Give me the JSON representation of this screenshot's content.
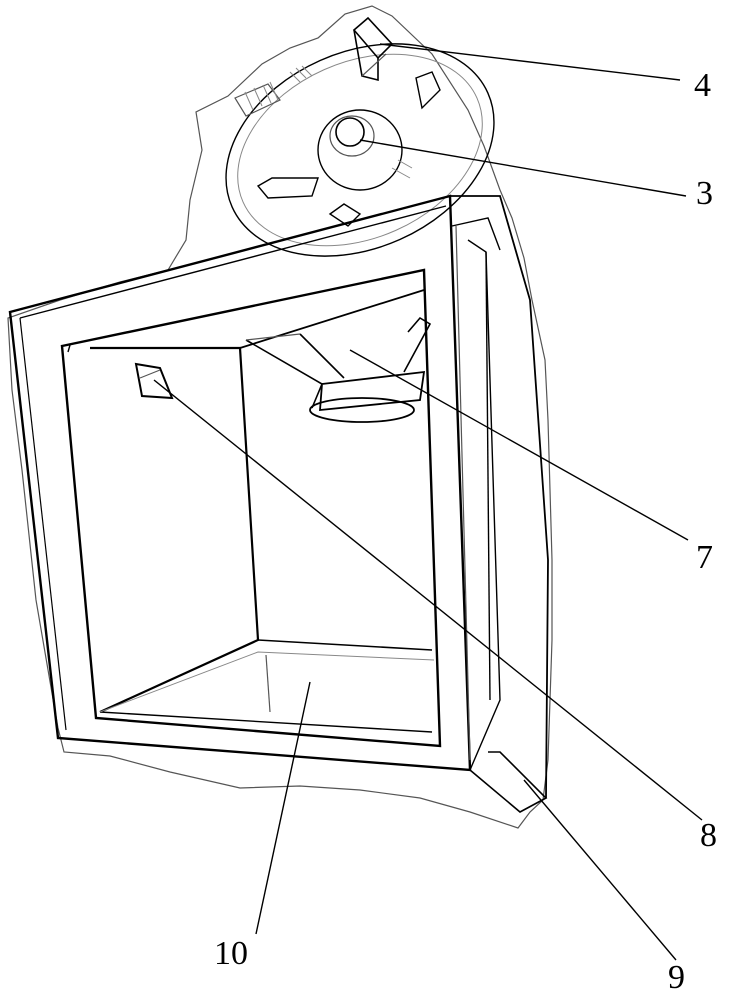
{
  "figure": {
    "callouts": [
      {
        "id": "c4",
        "label": "4"
      },
      {
        "id": "c3",
        "label": "3"
      },
      {
        "id": "c7",
        "label": "7"
      },
      {
        "id": "c8",
        "label": "8"
      },
      {
        "id": "c10",
        "label": "10"
      },
      {
        "id": "c9",
        "label": "9"
      }
    ],
    "colors": {
      "ink": "#000000",
      "background": "#ffffff",
      "shade": "#d8d8d8"
    }
  }
}
